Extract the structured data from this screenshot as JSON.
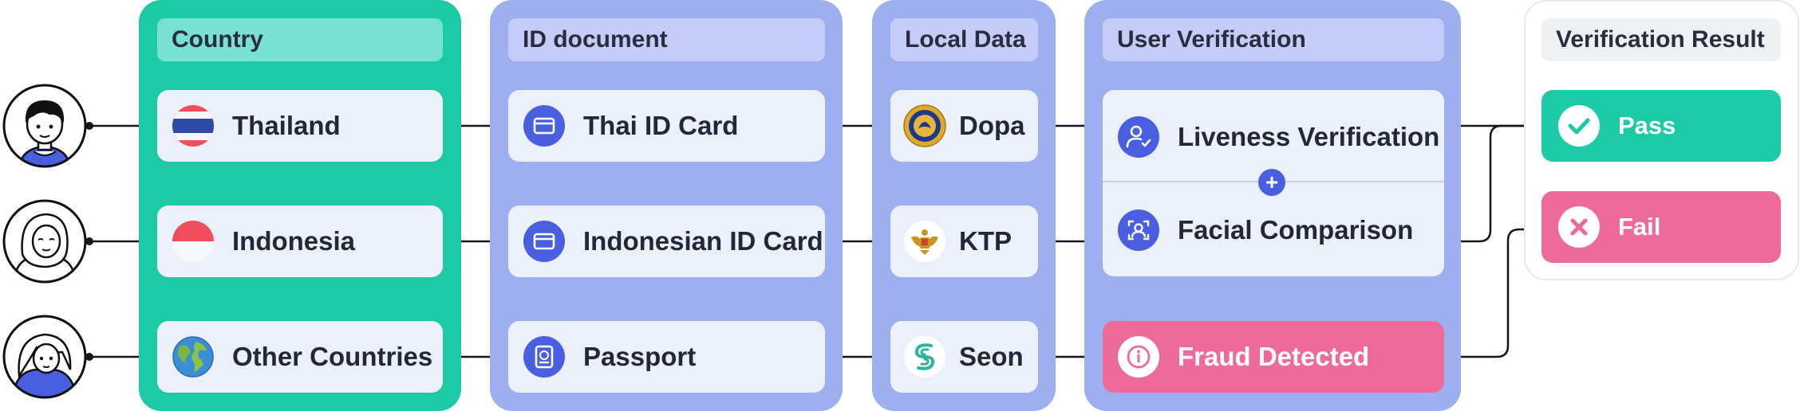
{
  "columns": {
    "country": {
      "header": "Country",
      "items": [
        {
          "label": "Thailand",
          "icon": "thailand-flag-icon"
        },
        {
          "label": "Indonesia",
          "icon": "indonesia-flag-icon"
        },
        {
          "label": "Other Countries",
          "icon": "globe-icon"
        }
      ]
    },
    "id_document": {
      "header": "ID document",
      "items": [
        {
          "label": "Thai ID Card",
          "icon": "id-card-icon"
        },
        {
          "label": "Indonesian ID Card",
          "icon": "id-card-icon"
        },
        {
          "label": "Passport",
          "icon": "passport-icon"
        }
      ]
    },
    "local_data": {
      "header": "Local Data",
      "items": [
        {
          "label": "Dopa",
          "icon": "dopa-seal-icon"
        },
        {
          "label": "KTP",
          "icon": "garuda-emblem-icon"
        },
        {
          "label": "Seon",
          "icon": "seon-logo-icon"
        }
      ]
    },
    "user_verification": {
      "header": "User Verification",
      "items": [
        {
          "label": "Liveness Verification",
          "icon": "user-check-icon"
        },
        {
          "label": "Facial Comparison",
          "icon": "face-scan-icon"
        },
        {
          "label": "Fraud Detected",
          "icon": "alert-circle-icon"
        }
      ],
      "combine_symbol": "+"
    },
    "verification_result": {
      "header": "Verification Result",
      "items": [
        {
          "label": "Pass",
          "icon": "check-circle-icon"
        },
        {
          "label": "Fail",
          "icon": "x-circle-icon"
        }
      ]
    }
  },
  "users": [
    {
      "icon": "user-avatar-man-icon"
    },
    {
      "icon": "user-avatar-hijab-woman-icon"
    },
    {
      "icon": "user-avatar-girl-icon"
    }
  ],
  "colors": {
    "green_panel": "#1dcaa6",
    "blue_panel": "#9eaff0",
    "card": "#ecf0fb",
    "accent_blue": "#4a5fe0",
    "pass": "#1dcaa6",
    "fail": "#ee6a9a"
  }
}
